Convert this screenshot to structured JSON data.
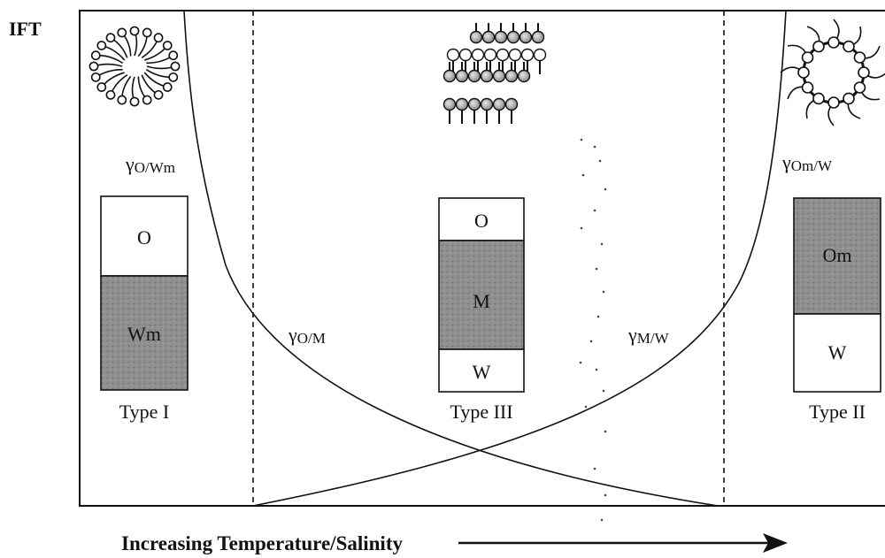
{
  "yaxis_label": "IFT",
  "xaxis_label": "Increasing Temperature/Salinity",
  "curves": {
    "left": {
      "sym": "γ",
      "sub": "O/Wm"
    },
    "om_w": {
      "sym": "γ",
      "sub": "Om/W"
    },
    "o_m": {
      "sym": "γ",
      "sub": "O/M"
    },
    "m_w": {
      "sym": "γ",
      "sub": "M/W"
    }
  },
  "types": {
    "type1": {
      "caption": "Type I",
      "upper_phase": "O",
      "lower_phase": "Wm"
    },
    "type3": {
      "caption": "Type III",
      "top_phase": "O",
      "middle_phase": "M",
      "bottom_phase": "W"
    },
    "type2": {
      "caption": "Type II",
      "upper_phase": "Om",
      "lower_phase": "W"
    }
  },
  "colors": {
    "line": "#111111",
    "shaded_phase": "#8a8a8a",
    "background": "#ffffff"
  },
  "icons": [
    "micelle-icon",
    "bicontinuous-structure-icon",
    "reverse-micelle-icon",
    "arrow-right-icon"
  ]
}
